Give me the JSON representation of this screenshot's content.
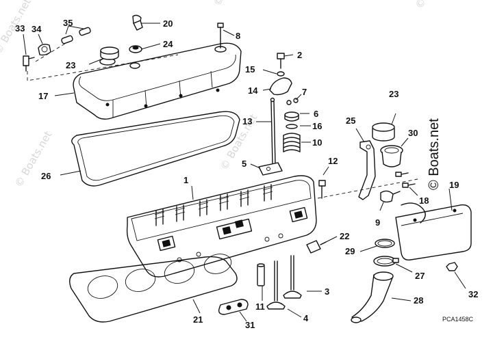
{
  "figure_code": "PCA1458C",
  "watermark_brand": "© Boats.net",
  "callouts": {
    "c1": "1",
    "c2": "2",
    "c3": "3",
    "c4": "4",
    "c5": "5",
    "c6": "6",
    "c7": "7",
    "c8": "8",
    "c9": "9",
    "c10": "10",
    "c11": "11",
    "c12": "12",
    "c13": "13",
    "c14": "14",
    "c15": "15",
    "c16": "16",
    "c17": "17",
    "c18": "18",
    "c19": "19",
    "c20": "20",
    "c21": "21",
    "c22": "22",
    "c23a": "23",
    "c23b": "23",
    "c24": "24",
    "c25": "25",
    "c26": "26",
    "c27": "27",
    "c28": "28",
    "c29": "29",
    "c30": "30",
    "c31": "31",
    "c32": "32",
    "c33": "33",
    "c34": "34",
    "c35": "35"
  }
}
